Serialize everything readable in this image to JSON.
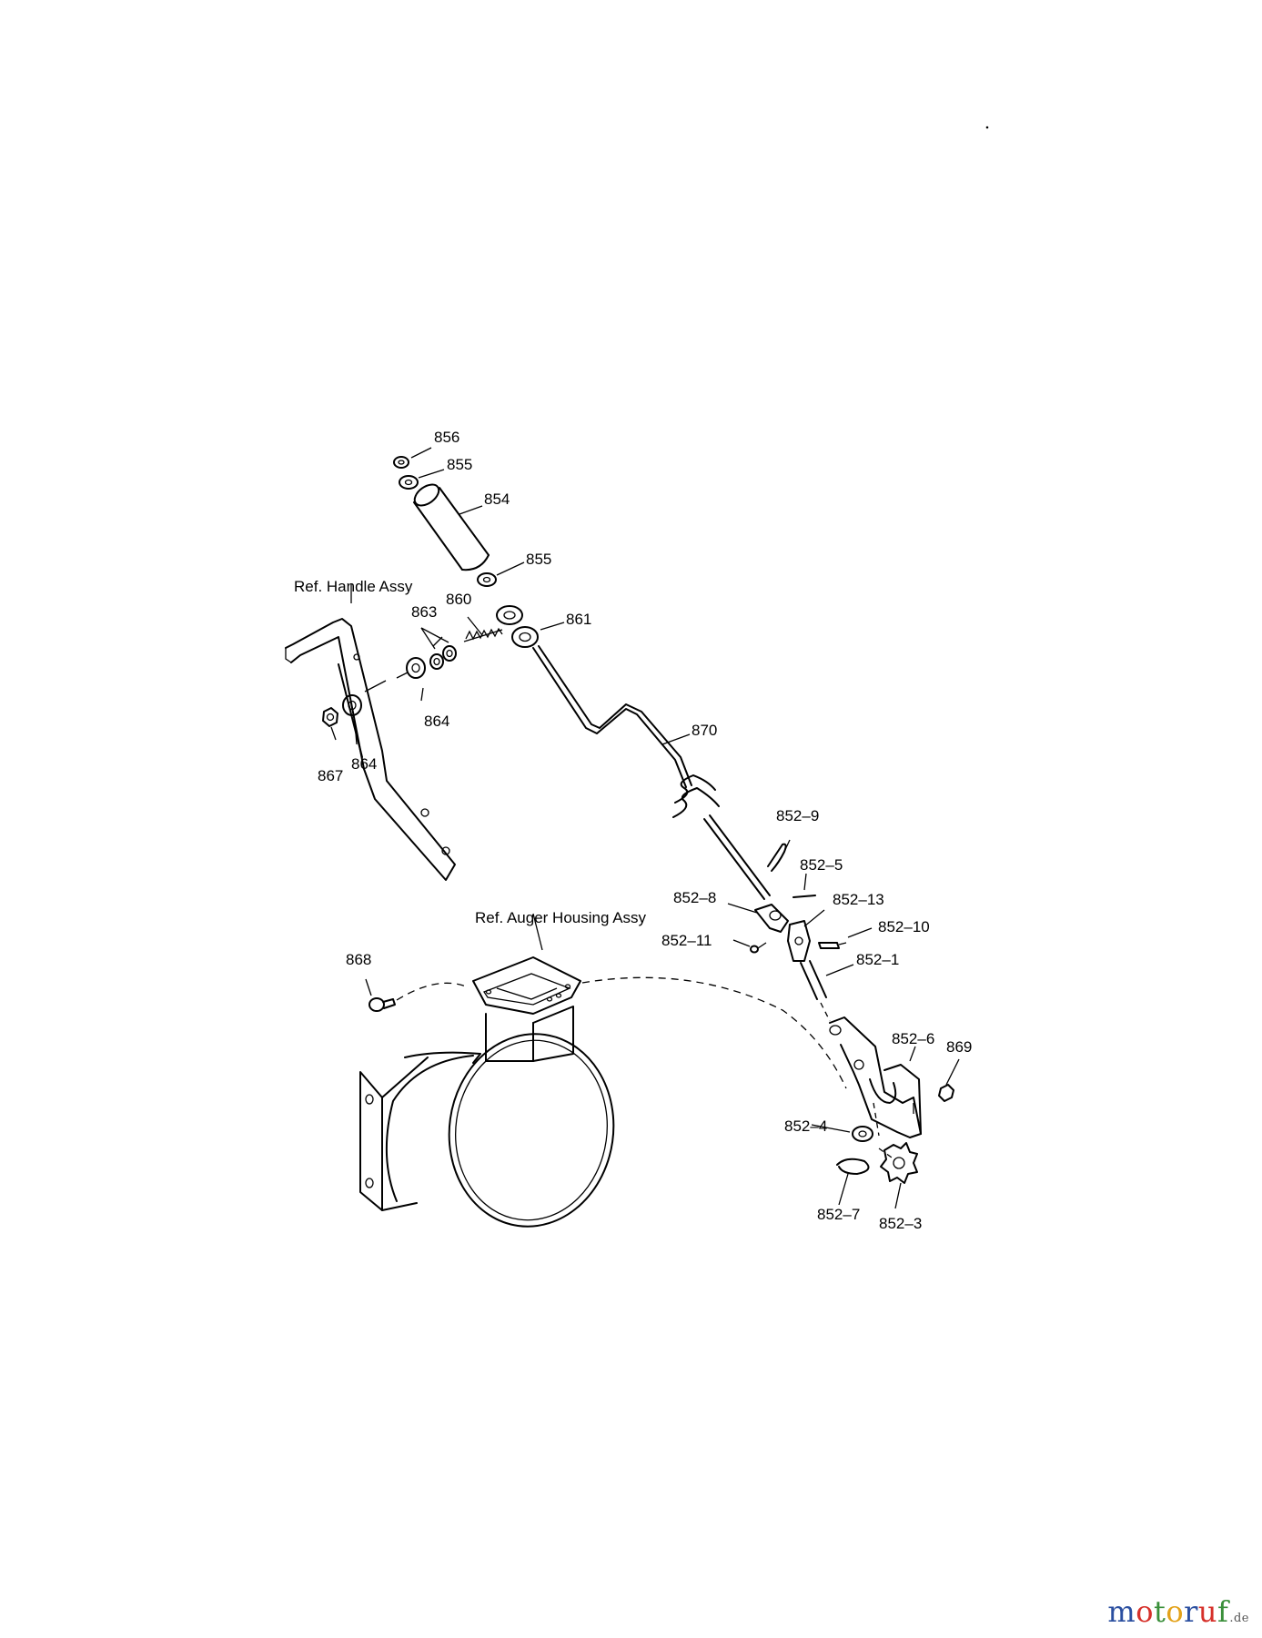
{
  "labels": {
    "p856": "856",
    "p855a": "855",
    "p854": "854",
    "p855b": "855",
    "ref_handle": "Ref. Handle Assy",
    "p860": "860",
    "p863": "863",
    "p861": "861",
    "p864a": "864",
    "p870": "870",
    "p867": "867",
    "p864b": "864",
    "p852_9": "852–9",
    "p852_5": "852–5",
    "p852_8": "852–8",
    "p852_13": "852–13",
    "p852_11": "852–11",
    "p852_10": "852–10",
    "p852_1": "852–1",
    "ref_auger": "Ref. Auger Housing Assy",
    "p868": "868",
    "p852_6": "852–6",
    "p869": "869",
    "p852_4": "852–4",
    "p852_7": "852–7",
    "p852_3": "852–3"
  },
  "watermark": {
    "letters": [
      "m",
      "o",
      "t",
      "o",
      "r",
      "u",
      "f"
    ],
    "suffix": ".de",
    "colors": [
      "#2b4fa0",
      "#d6302a",
      "#3a8f3a",
      "#e3a21a",
      "#2b4fa0",
      "#d6302a",
      "#3a8f3a"
    ],
    "suffix_color": "#555555"
  }
}
